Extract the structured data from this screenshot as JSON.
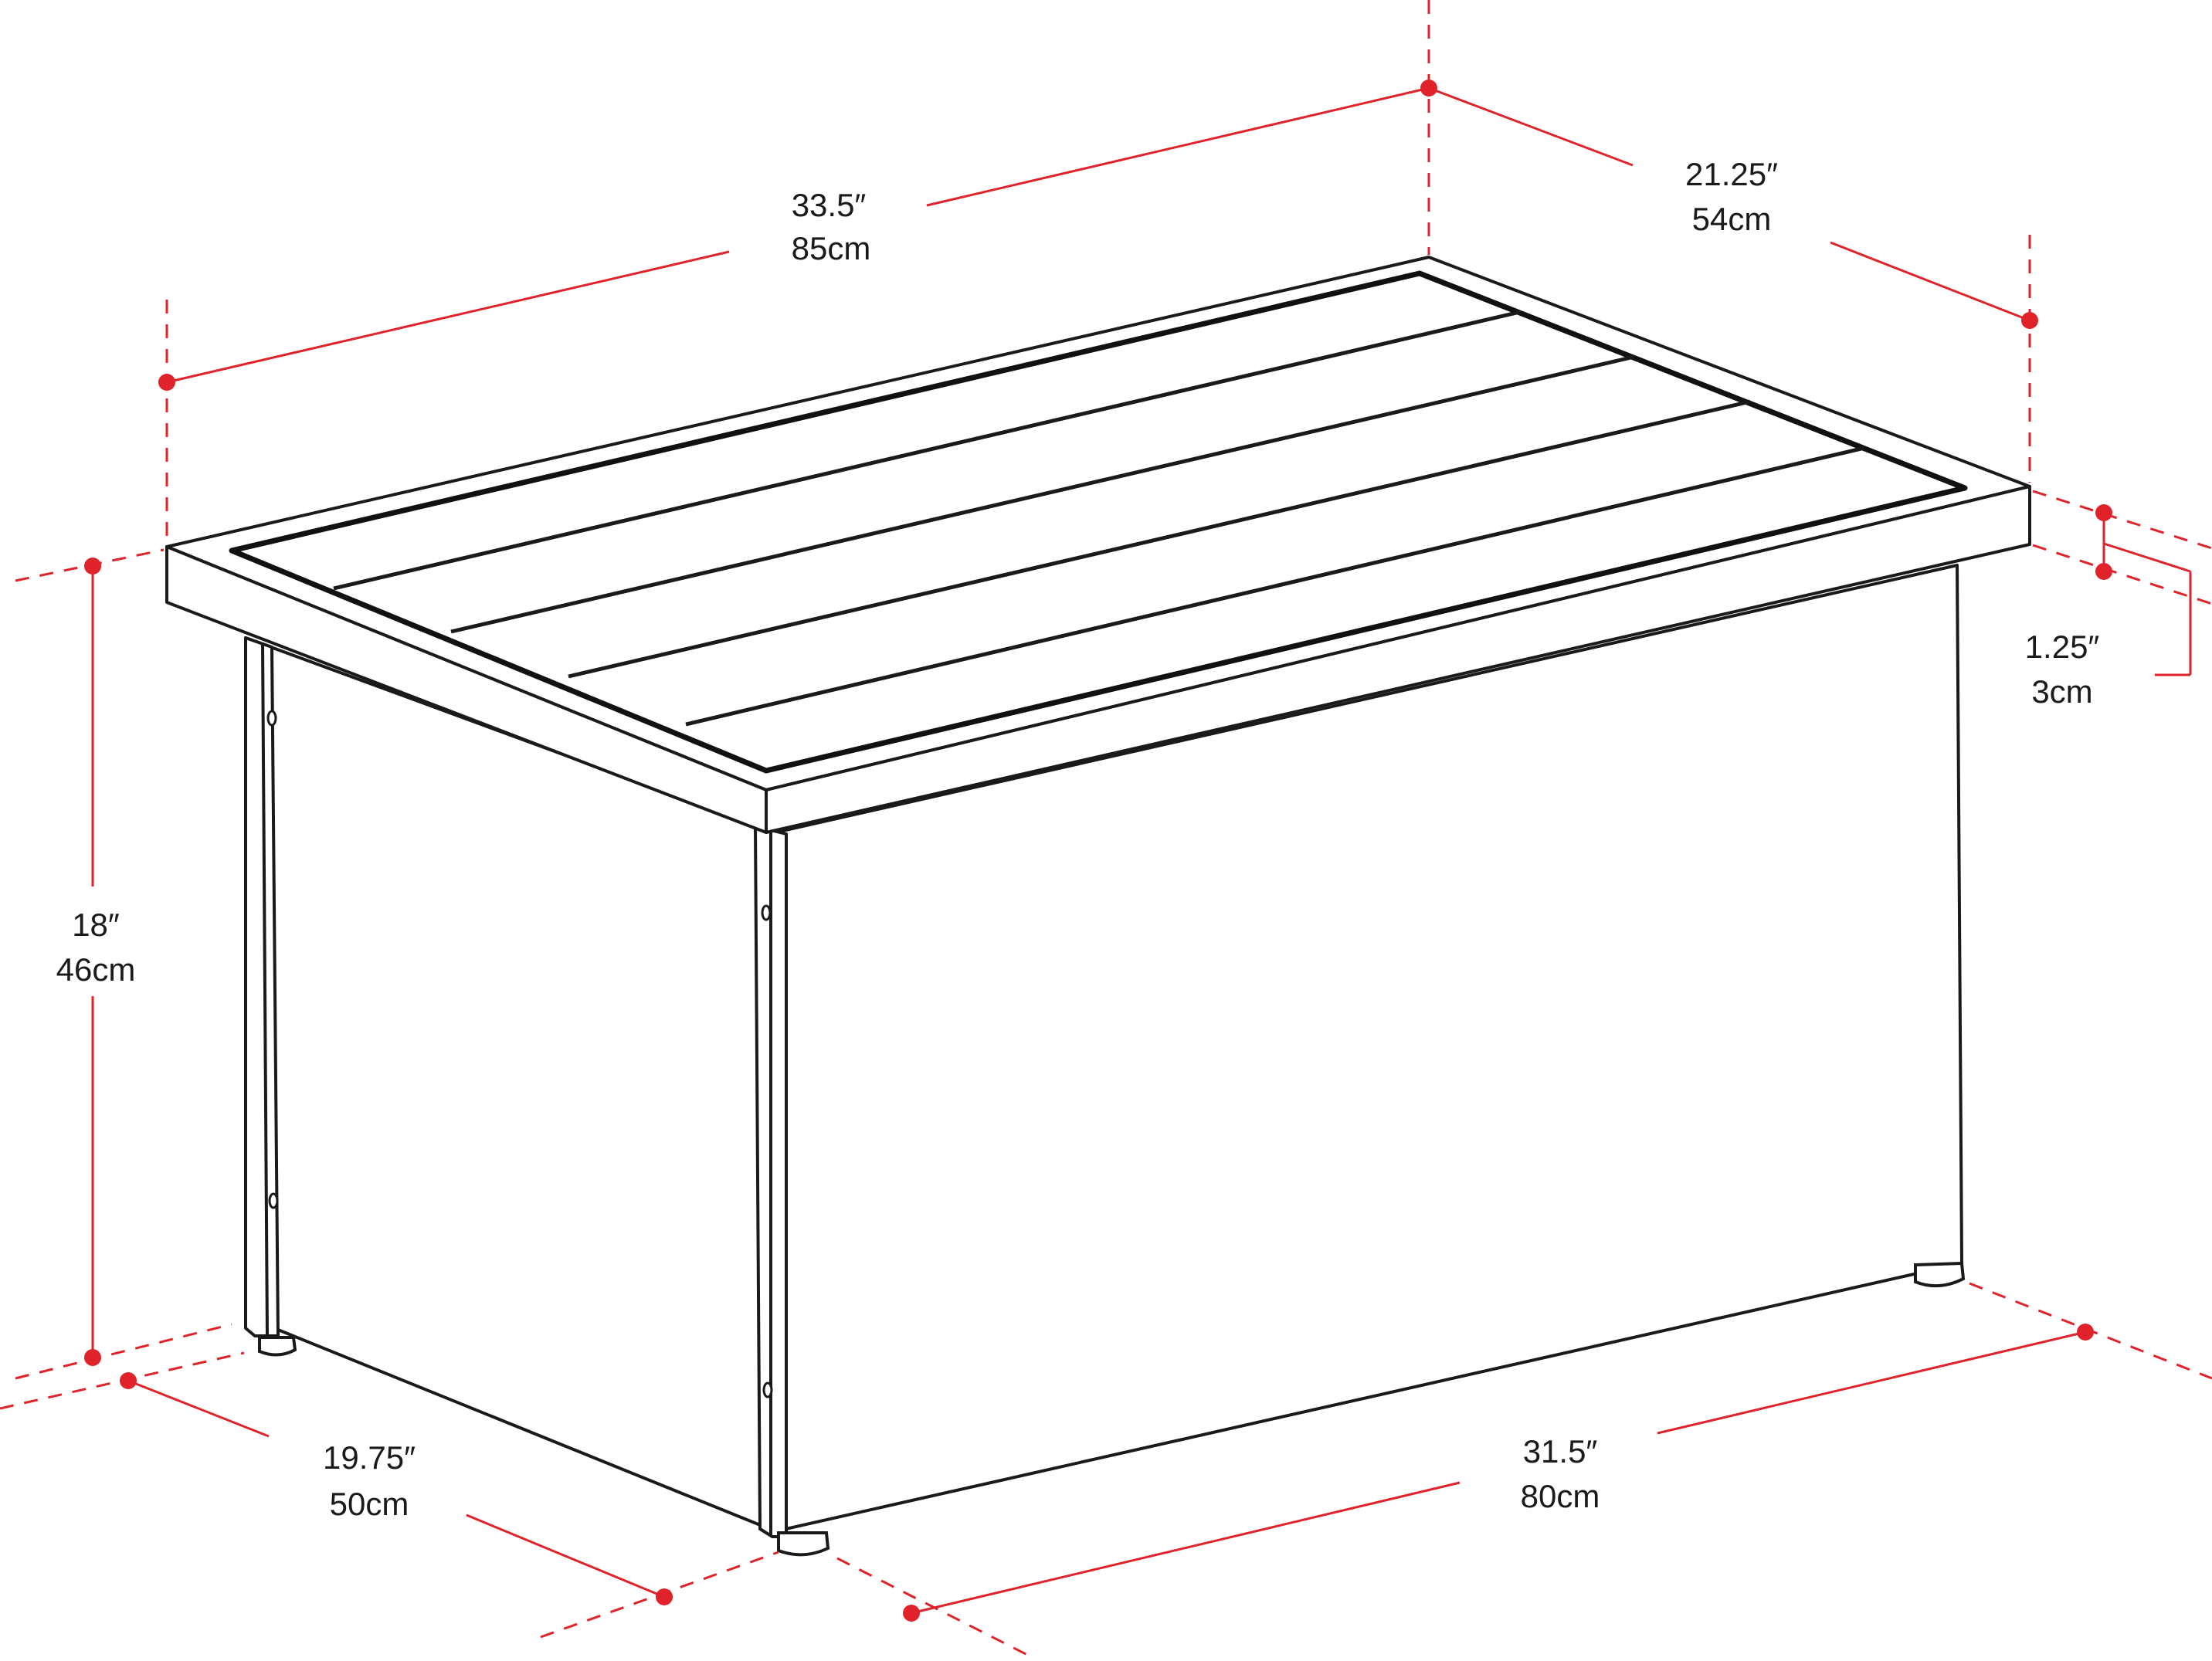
{
  "colors": {
    "accent": "#e0232b",
    "line": "#1a1a1a",
    "background": "#ffffff"
  },
  "dimensions": {
    "top_length": {
      "imperial": "33.5″",
      "metric": "85cm"
    },
    "top_depth": {
      "imperial": "21.25″",
      "metric": "54cm"
    },
    "top_thickness": {
      "imperial": "1.25″",
      "metric": "3cm"
    },
    "height": {
      "imperial": "18″",
      "metric": "46cm"
    },
    "base_depth": {
      "imperial": "19.75″",
      "metric": "50cm"
    },
    "base_length": {
      "imperial": "31.5″",
      "metric": "80cm"
    }
  }
}
